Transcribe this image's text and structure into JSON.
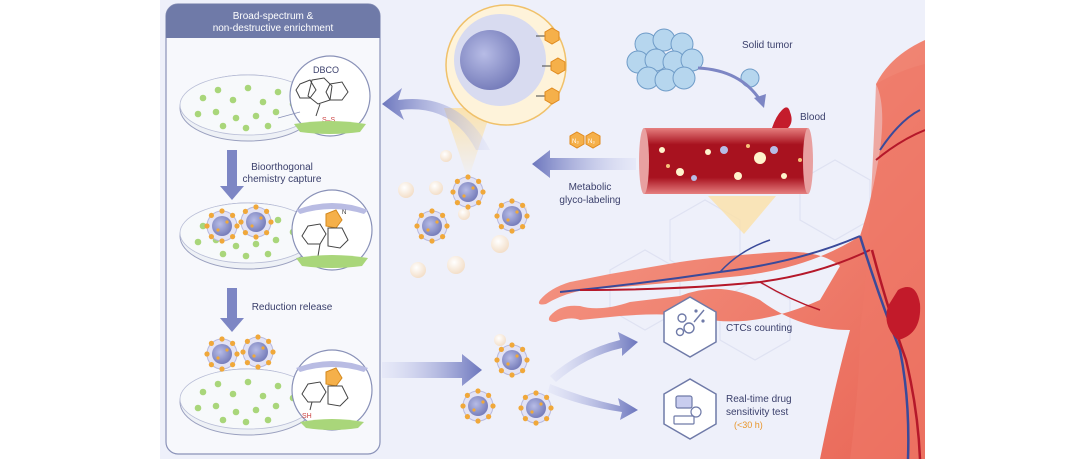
{
  "panel": {
    "title_line1": "Broad-spectrum &",
    "title_line2": "non-destructive enrichment"
  },
  "steps": {
    "dbco": "DBCO",
    "capture_line1": "Bioorthogonal",
    "capture_line2": "chemistry capture",
    "release": "Reduction release"
  },
  "labels": {
    "solid_tumor": "Solid tumor",
    "blood": "Blood",
    "metabolic_line1": "Metabolic",
    "metabolic_line2": "glyco-labeling",
    "azide": "N₃",
    "ctcs_counting": "CTCs counting",
    "drug_line1": "Real-time drug",
    "drug_line2": "sensitivity test",
    "drug_time": "(<30 h)"
  },
  "chem": {
    "s_s": "S–S",
    "sh": "SH",
    "n": "N"
  },
  "colors": {
    "panel_header": "#6f7aa8",
    "arrow": "#7d86c4",
    "azide": "#f0a83a",
    "cell": "#8e95c6",
    "blood": "#b3182a",
    "skin": "#f07a6a"
  },
  "icons": [
    "percent-icon",
    "microscope-icon"
  ]
}
